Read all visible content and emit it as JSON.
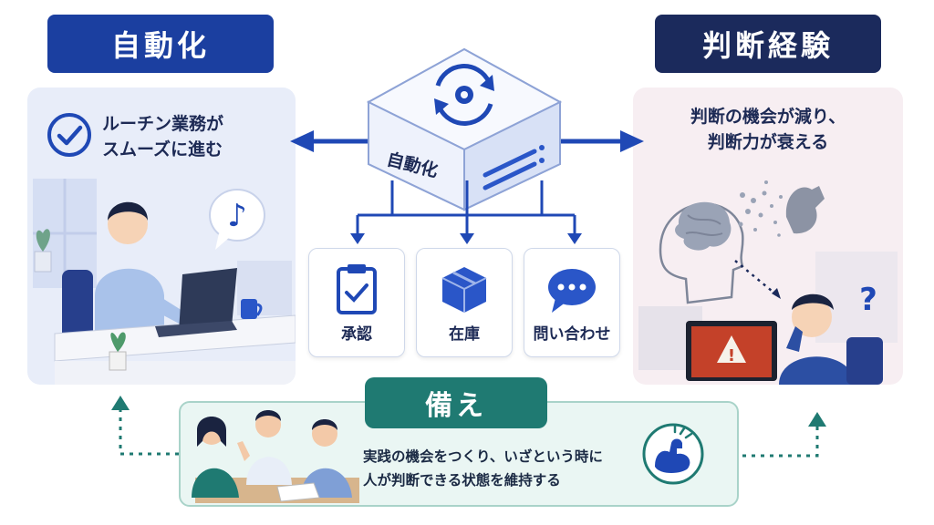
{
  "left": {
    "title": "自動化",
    "bubble_line1": "ルーチン業務が",
    "bubble_line2": "スムーズに進む"
  },
  "right": {
    "title": "判断経験",
    "line1": "判断の機会が減り、",
    "line2": "判断力が衰える"
  },
  "center": {
    "server_label": "自動化",
    "cards": [
      "承認",
      "在庫",
      "問い合わせ"
    ]
  },
  "bottom": {
    "title": "備え",
    "line1": "実践の機会をつくり、いざという時に",
    "line2": "人が判断できる状態を維持する"
  },
  "colors": {
    "left_title": "#1b3fa0",
    "right_title": "#1b2a5c",
    "bottom_title": "#1f7a72",
    "arrow_blue": "#1f48b5",
    "arrow_teal": "#1f7a72"
  }
}
